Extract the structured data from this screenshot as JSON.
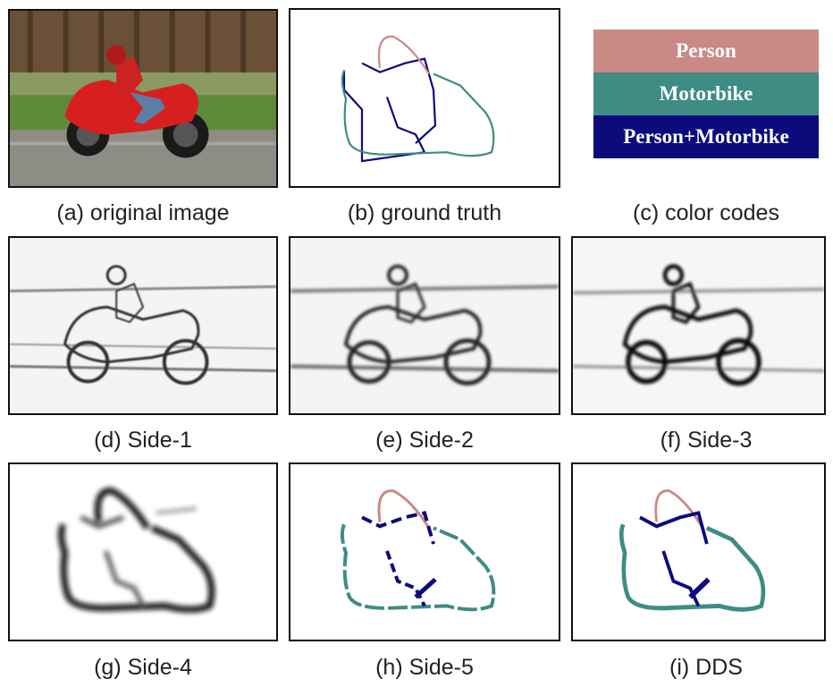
{
  "colors": {
    "person": "#c98a86",
    "motorbike": "#3e8c84",
    "person_motorbike": "#0b0b7c"
  },
  "legend": {
    "person": "Person",
    "motorbike": "Motorbike",
    "person_motorbike": "Person+Motorbike"
  },
  "captions": {
    "a": "(a) original image",
    "b": "(b) ground truth",
    "c": "(c) color codes",
    "d": "(d) Side-1",
    "e": "(e) Side-2",
    "f": "(f) Side-3",
    "g": "(g) Side-4",
    "h": "(h) Side-5",
    "i": "(i) DDS"
  }
}
